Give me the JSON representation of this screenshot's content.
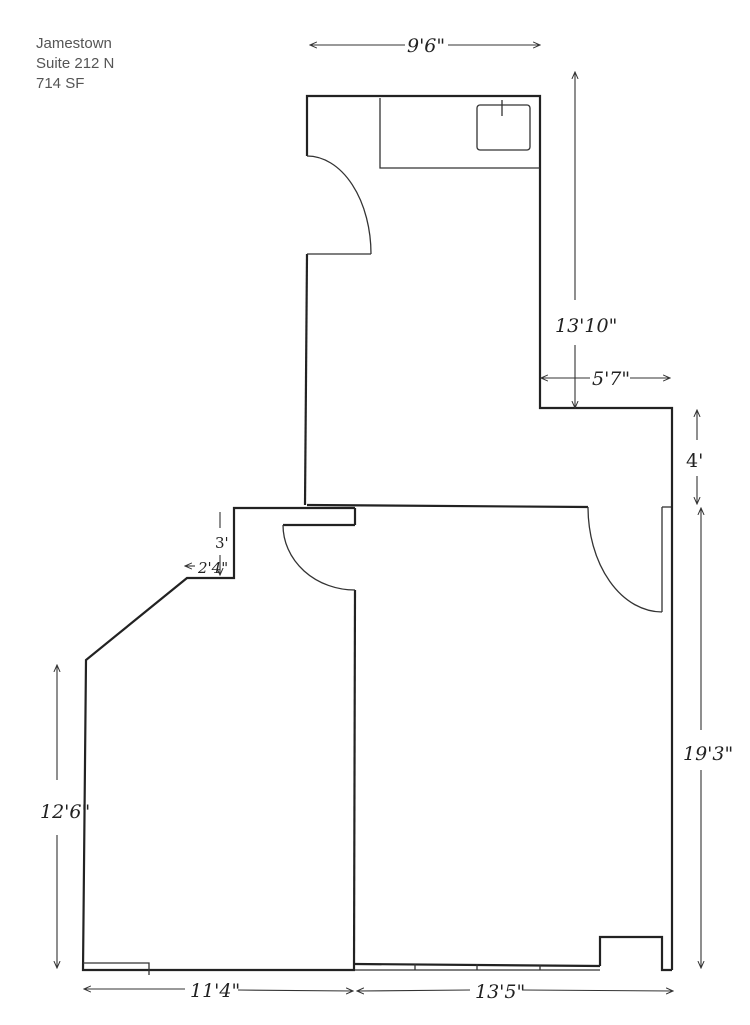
{
  "header": {
    "building": "Jamestown",
    "suite": "Suite 212 N",
    "area": "714 SF"
  },
  "dimensions": {
    "top_width": "9'6\"",
    "upper_right_height": "13'10\"",
    "offset_width": "5'7\"",
    "step_height": "4'",
    "right_height": "19'3\"",
    "left_height": "12'6\"",
    "notch_height": "3'",
    "notch_width": "2'4\"",
    "bottom_left_width": "11'4\"",
    "bottom_right_width": "13'5\""
  }
}
